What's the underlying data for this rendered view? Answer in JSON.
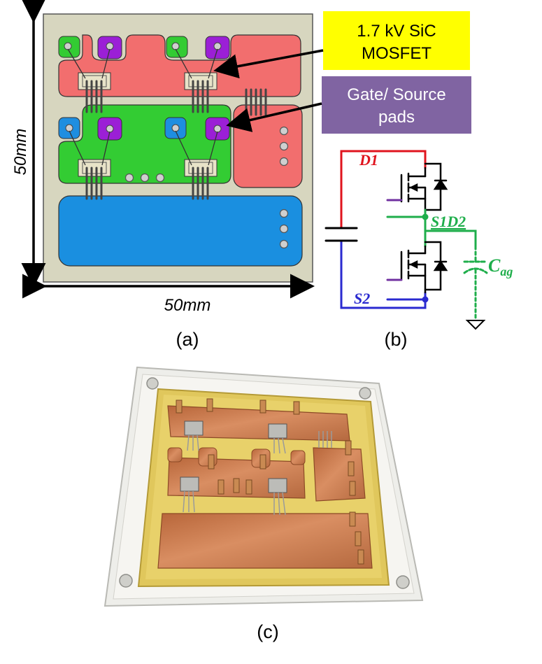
{
  "colors": {
    "substrate": "#d7d6bf",
    "drain_pad": "#f26e6e",
    "mid_pad": "#33cc33",
    "source_pad": "#1a8fe0",
    "gate_pad": "#9b1fd6",
    "kelvin_pad": "#1e8ee0",
    "callout_yellow": "#ffff00",
    "callout_purple": "#8064a2",
    "d1_color": "#e0141e",
    "mid_color": "#1fae4b",
    "s2_color": "#2a2ad0",
    "gate_wire": "#7030a0",
    "copper": "#c7774a",
    "kapton": "#e0c75c"
  },
  "panel_a": {
    "dim_vertical": "50mm",
    "dim_horizontal": "50mm",
    "callout_mosfet_line1": "1.7 kV SiC",
    "callout_mosfet_line2": "MOSFET",
    "callout_gate_line1": "Gate/ Source",
    "callout_gate_line2": "pads",
    "caption": "(a)"
  },
  "panel_b": {
    "node_d1": "D1",
    "node_s1d2": "S1D2",
    "node_s2": "S2",
    "cap_symbol": "C",
    "cap_subscript": "ag",
    "caption": "(b)"
  },
  "panel_c": {
    "caption": "(c)"
  }
}
